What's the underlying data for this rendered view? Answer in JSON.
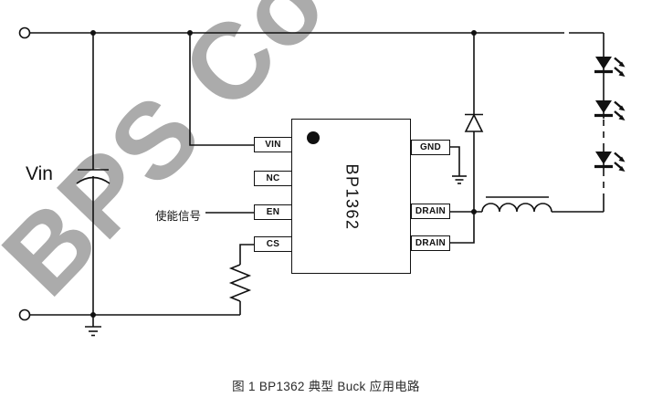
{
  "watermark": {
    "text": "BPS Co",
    "color": "#ababab"
  },
  "labels": {
    "vin_source": "Vin",
    "enable_signal": "使能信号",
    "caption": "图 1  BP1362 典型 Buck 应用电路"
  },
  "ic": {
    "name": "BP1362",
    "left_pins": [
      "VIN",
      "NC",
      "EN",
      "CS"
    ],
    "right_pins": [
      "GND",
      "DRAIN",
      "DRAIN"
    ]
  },
  "colors": {
    "wire": "#111111",
    "watermark": "#ababab",
    "background": "#ffffff"
  }
}
